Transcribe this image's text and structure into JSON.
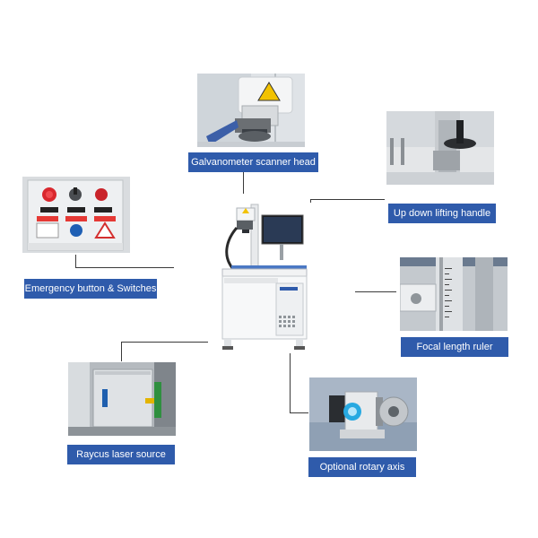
{
  "labels": {
    "galvanometer": "Galvanometer scanner head",
    "lifting_handle": "Up down lifting handle",
    "emergency": "Emergency button & Switches",
    "focal_ruler": "Focal length ruler",
    "laser_source": "Raycus laser source",
    "rotary_axis": "Optional rotary axis"
  },
  "colors": {
    "label_background": "#2f5bab",
    "label_text": "#ffffff",
    "connector_line": "#3a3a3a"
  },
  "icons": {
    "galvanometer": "galvanometer-scanner-photo",
    "lifting_handle": "lifting-handle-photo",
    "emergency": "emergency-panel-photo",
    "focal_ruler": "focal-ruler-photo",
    "laser_source": "laser-source-photo",
    "rotary_axis": "rotary-axis-photo",
    "machine": "laser-marking-machine-photo"
  }
}
